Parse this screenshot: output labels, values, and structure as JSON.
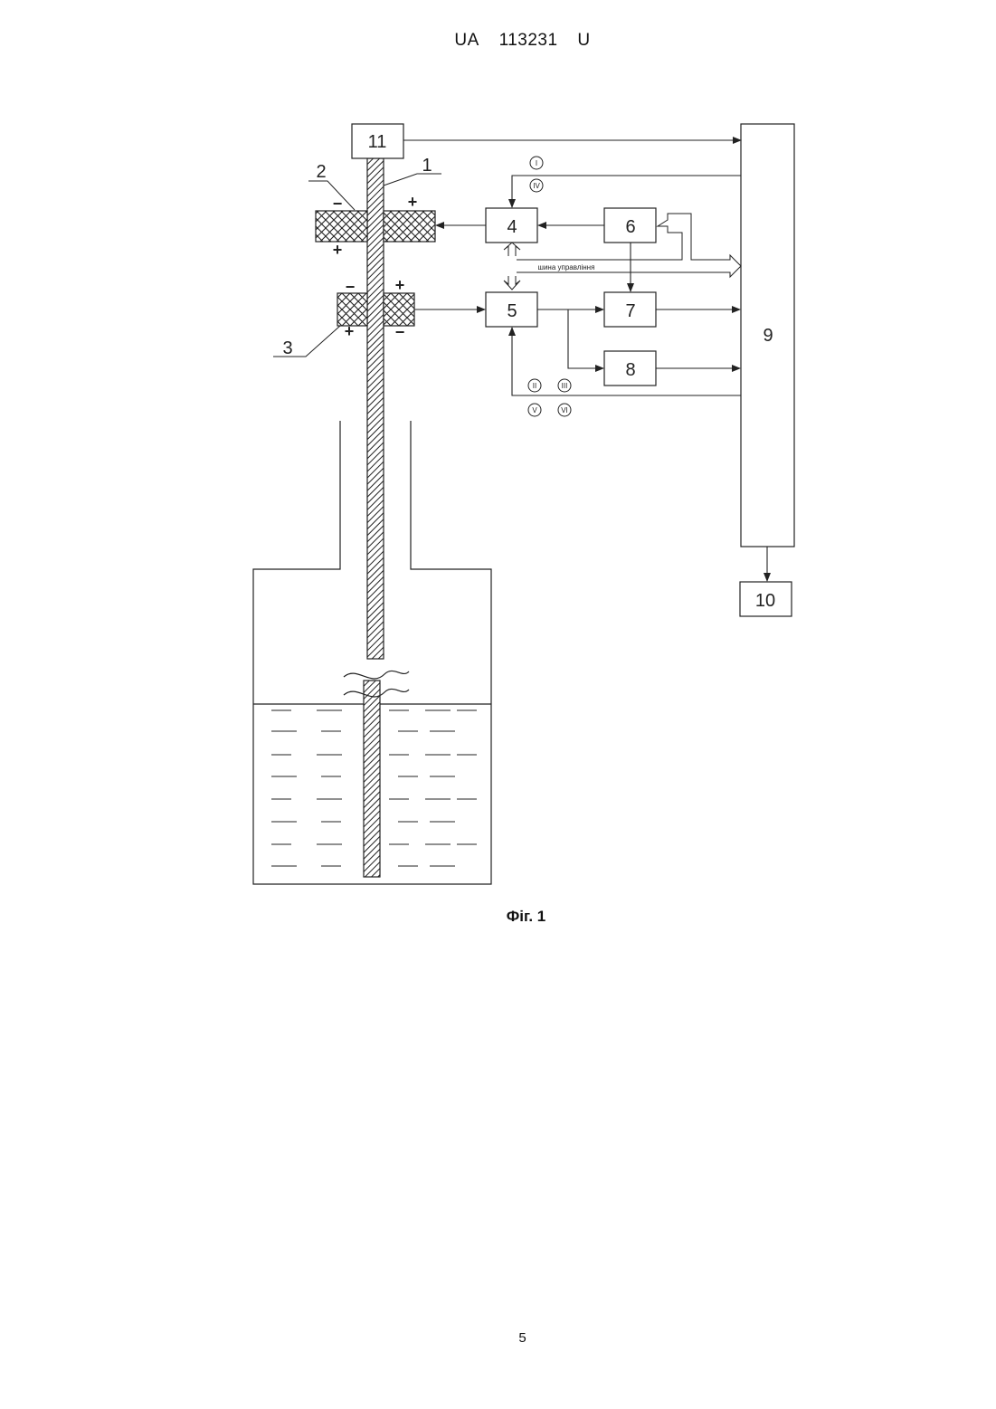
{
  "header": {
    "country": "UA",
    "number": "113231",
    "kind": "U"
  },
  "figure": {
    "caption": "Фіг. 1",
    "blocks": {
      "b1": "1",
      "b2": "2",
      "b3": "3",
      "b4": "4",
      "b5": "5",
      "b6": "6",
      "b7": "7",
      "b8": "8",
      "b9": "9",
      "b10": "10",
      "b11": "11"
    },
    "signs": {
      "minus": "−",
      "plus": "+"
    },
    "roman": {
      "r1": "I",
      "r2": "II",
      "r3": "III",
      "r4": "IV",
      "r5": "V",
      "r6": "VI"
    },
    "bus_label": "шина управління"
  },
  "page_number": "5"
}
